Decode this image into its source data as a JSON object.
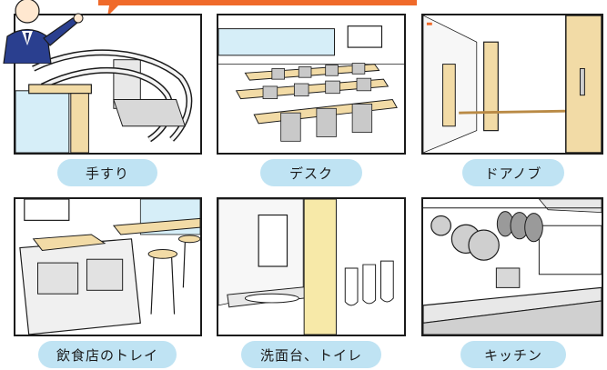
{
  "labels": {
    "handrail": "手すり",
    "desk": "デスク",
    "doorknob": "ドアノブ",
    "restaurant_tray": "飲食店のトレイ",
    "washbasin_toilet": "洗面台、トイレ",
    "kitchen": "キッチン"
  },
  "colors": {
    "pill": "#bfe3f3",
    "banner": "#f06a2a",
    "wood": "#f2dba6",
    "glass": "#d6eef8",
    "suit": "#2a3f8f"
  },
  "icons": {
    "presenter": "presenter-icon",
    "escalator": "escalator-icon",
    "classroom": "classroom-icon",
    "door": "door-icon",
    "counter": "counter-icon",
    "restroom": "restroom-icon",
    "kitchen": "kitchen-icon"
  }
}
